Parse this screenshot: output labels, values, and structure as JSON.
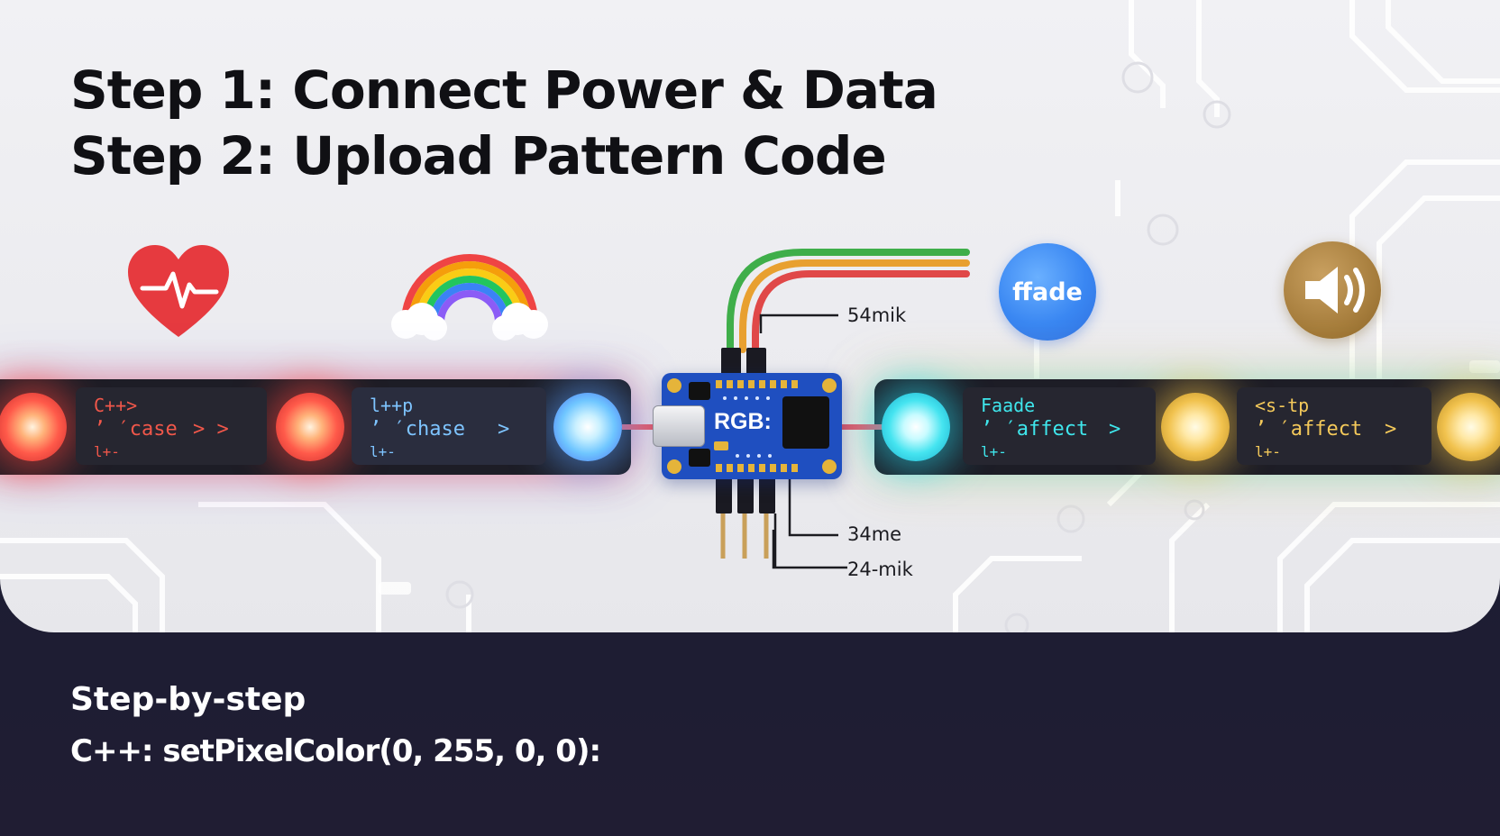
{
  "header": {
    "step1": "Step 1: Connect Power & Data",
    "step2": "Step 2: Upload Pattern Code"
  },
  "icons": [
    {
      "name": "heart-pulse-icon",
      "color": "#e63a3f"
    },
    {
      "name": "rainbow-icon"
    },
    {
      "name": "fade-badge",
      "label": "ffade",
      "color": "#3a87f2"
    },
    {
      "name": "speaker-icon",
      "color": "#a77e3d"
    }
  ],
  "strip": {
    "code_boxes": [
      {
        "line1": "C++>",
        "line2": "ʼ ′case",
        "line3": "l+-",
        "chevrons": "> >",
        "color": "#f0574a"
      },
      {
        "line1": "l++p",
        "line2": "ʼ ′chase",
        "line3": "l+-",
        "chevrons": ">",
        "color": "#7ec4ff"
      },
      {
        "line1": "Faade",
        "line2": "ʼ ′affect",
        "line3": "l+-",
        "chevrons": ">",
        "color": "#3fe6ec"
      },
      {
        "line1": "<s-tp",
        "line2": "ʼ ′affect",
        "line3": "l+-",
        "chevrons": ">",
        "color": "#f4c95a"
      }
    ]
  },
  "board": {
    "label": "RGB:",
    "callouts": [
      "54mik",
      "34me",
      "24-mik"
    ],
    "wire_colors": [
      "#3fae4a",
      "#e8a030",
      "#e04848"
    ]
  },
  "footer": {
    "title": "Step-by-step",
    "code": "C++: setPixelColor(0, 255, 0, 0):"
  }
}
